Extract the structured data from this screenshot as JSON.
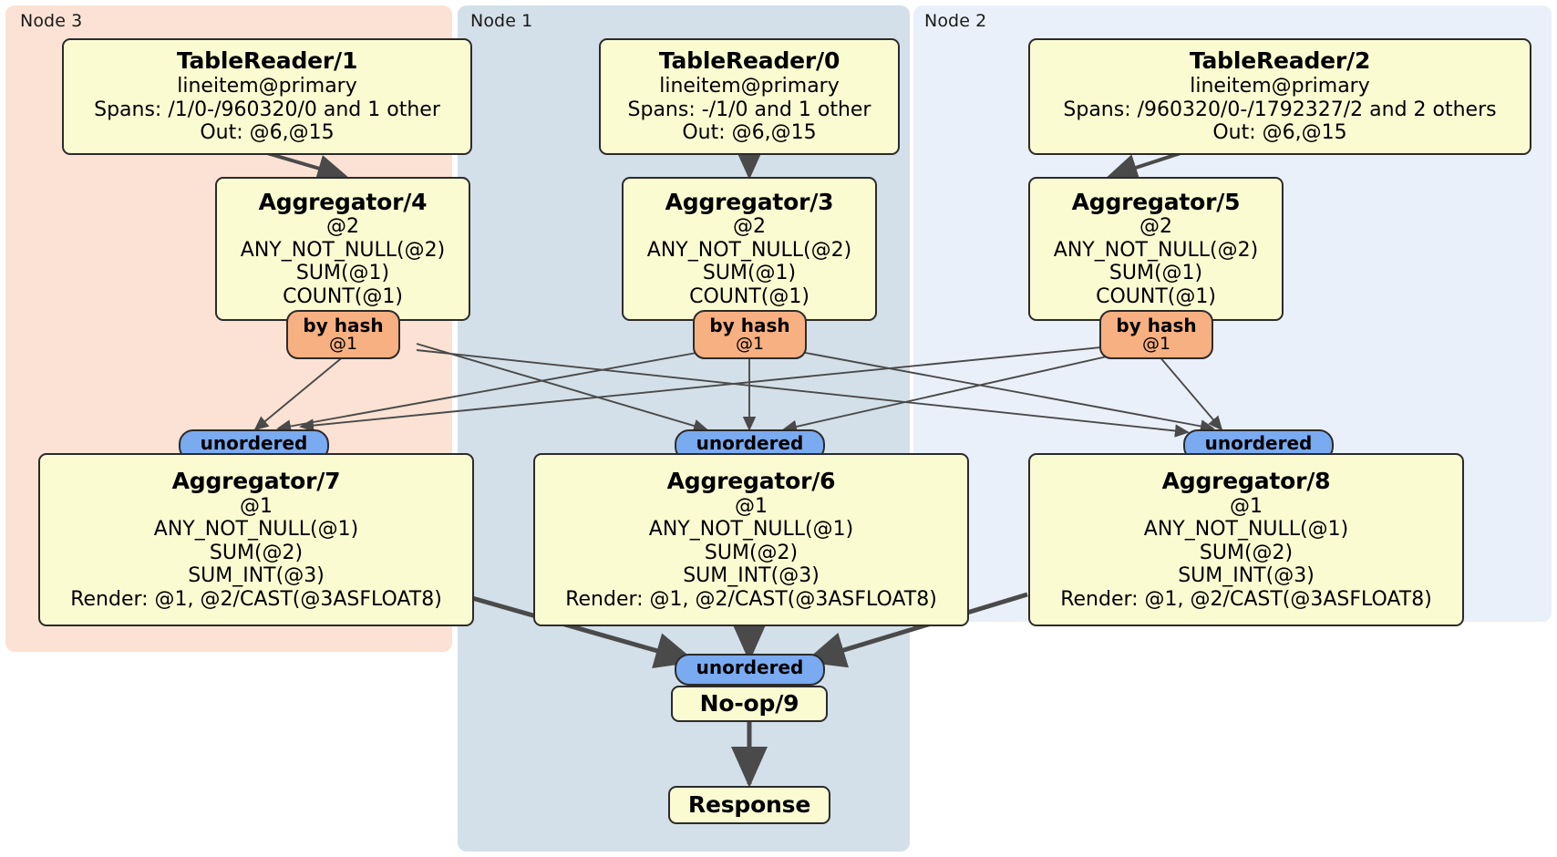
{
  "diagram": {
    "type": "distributed-query-plan",
    "colors": {
      "node3_panel": "#fbe2d4",
      "node1_panel": "#d3e0e9",
      "node2_panel": "#eaf0fa",
      "processor_fill": "#fbfbd2",
      "processor_border": "#2b2b2b",
      "router_fill": "#f7b081",
      "synchronizer_fill": "#7aaaf0",
      "edge": "#4a4a4a"
    }
  },
  "nodes": [
    {
      "id": "node3",
      "label": "Node 3"
    },
    {
      "id": "node1",
      "label": "Node 1"
    },
    {
      "id": "node2",
      "label": "Node 2"
    }
  ],
  "processors": {
    "table_reader_1": {
      "title": "TableReader/1",
      "lines": [
        "lineitem@primary",
        "Spans: /1/0-/960320/0 and 1 other",
        "Out: @6,@15"
      ]
    },
    "table_reader_0": {
      "title": "TableReader/0",
      "lines": [
        "lineitem@primary",
        "Spans: -/1/0 and 1 other",
        "Out: @6,@15"
      ]
    },
    "table_reader_2": {
      "title": "TableReader/2",
      "lines": [
        "lineitem@primary",
        "Spans: /960320/0-/1792327/2 and 2 others",
        "Out: @6,@15"
      ]
    },
    "aggregator_4": {
      "title": "Aggregator/4",
      "lines": [
        "@2",
        "ANY_NOT_NULL(@2)",
        "SUM(@1)",
        "COUNT(@1)"
      ]
    },
    "aggregator_3": {
      "title": "Aggregator/3",
      "lines": [
        "@2",
        "ANY_NOT_NULL(@2)",
        "SUM(@1)",
        "COUNT(@1)"
      ]
    },
    "aggregator_5": {
      "title": "Aggregator/5",
      "lines": [
        "@2",
        "ANY_NOT_NULL(@2)",
        "SUM(@1)",
        "COUNT(@1)"
      ]
    },
    "aggregator_7": {
      "title": "Aggregator/7",
      "lines": [
        "@1",
        "ANY_NOT_NULL(@1)",
        "SUM(@2)",
        "SUM_INT(@3)",
        "Render: @1, @2/CAST(@3ASFLOAT8)"
      ]
    },
    "aggregator_6": {
      "title": "Aggregator/6",
      "lines": [
        "@1",
        "ANY_NOT_NULL(@1)",
        "SUM(@2)",
        "SUM_INT(@3)",
        "Render: @1, @2/CAST(@3ASFLOAT8)"
      ]
    },
    "aggregator_8": {
      "title": "Aggregator/8",
      "lines": [
        "@1",
        "ANY_NOT_NULL(@1)",
        "SUM(@2)",
        "SUM_INT(@3)",
        "Render: @1, @2/CAST(@3ASFLOAT8)"
      ]
    },
    "noop_9": {
      "title": "No-op/9",
      "lines": []
    },
    "response": {
      "title": "Response",
      "lines": []
    }
  },
  "routers": {
    "by_hash_4": {
      "label": "by hash",
      "sub": "@1"
    },
    "by_hash_3": {
      "label": "by hash",
      "sub": "@1"
    },
    "by_hash_5": {
      "label": "by hash",
      "sub": "@1"
    }
  },
  "synchronizers": {
    "unordered_7": {
      "label": "unordered"
    },
    "unordered_6": {
      "label": "unordered"
    },
    "unordered_8": {
      "label": "unordered"
    },
    "unordered_final": {
      "label": "unordered"
    }
  }
}
